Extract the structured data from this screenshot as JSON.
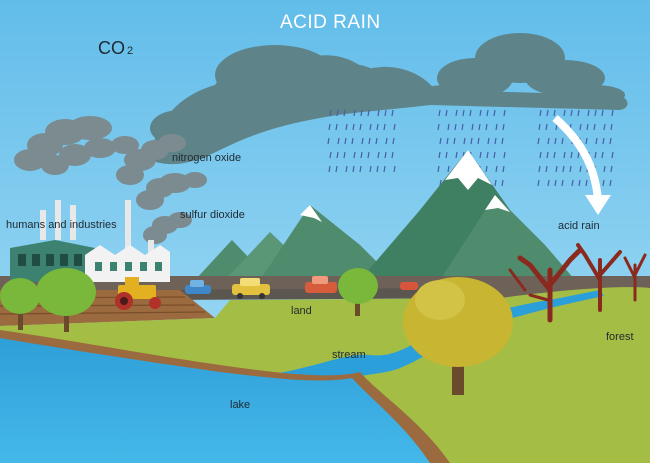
{
  "title": "ACID RAIN",
  "co2": {
    "base": "CO",
    "sub": "2"
  },
  "labels": {
    "humans_industries": "humans and industries",
    "nitrogen_oxide": "nitrogen oxide",
    "sulfur_dioxide": "sulfur dioxide",
    "acid_rain": "acid rain",
    "land": "land",
    "stream": "stream",
    "lake": "lake",
    "forest": "forest"
  },
  "colors": {
    "sky": "#6ec6ee",
    "cloud": "#5e8489",
    "smoke": "#7b8b8f",
    "rain": "#4a5ea8",
    "mountain": "#4f8b6d",
    "grass": "#a4bd45",
    "lake": "#2b9fd9",
    "bank": "#9b6a3e",
    "road": "#5b5650",
    "factory": "#3d8270",
    "tree_green": "#7ab83b",
    "tree_yellow": "#c8b632",
    "dead_tree": "#8a2a1e"
  }
}
